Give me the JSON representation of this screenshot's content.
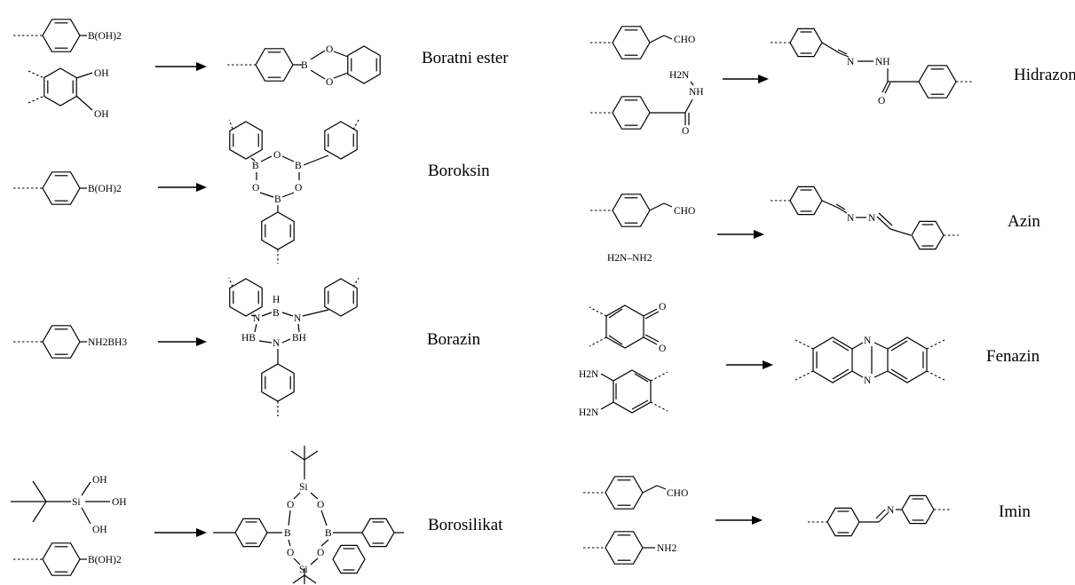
{
  "reactions": [
    {
      "name": "Boratni ester",
      "reagents": [
        "B(OH)2",
        "OH",
        "OH"
      ],
      "product": [
        "B",
        "O",
        "O"
      ]
    },
    {
      "name": "Boroksin",
      "reagents": [
        "B(OH)2"
      ],
      "product": [
        "B",
        "O",
        "B",
        "O",
        "O",
        "B"
      ]
    },
    {
      "name": "Borazin",
      "reagents": [
        "NH2BH3"
      ],
      "product": [
        "H",
        "N",
        "B",
        "N",
        "HB",
        "BH",
        "N"
      ]
    },
    {
      "name": "Borosilikat",
      "reagents": [
        "OH",
        "Si",
        "OH",
        "OH",
        "B(OH)2"
      ],
      "product": [
        "Si",
        "O",
        "O",
        "B",
        "B",
        "O",
        "O",
        "Si"
      ]
    },
    {
      "name": "Hidrazon",
      "reagents": [
        "CHO",
        "H2N",
        "NH",
        "O"
      ],
      "product": [
        "N",
        "NH",
        "O"
      ]
    },
    {
      "name": "Azin",
      "reagents": [
        "CHO",
        "H2N–NH2"
      ],
      "product": [
        "N",
        "N"
      ]
    },
    {
      "name": "Fenazin",
      "reagents": [
        "O",
        "O",
        "H2N",
        "H2N"
      ],
      "product": [
        "N",
        "N"
      ]
    },
    {
      "name": "Imin",
      "reagents": [
        "CHO",
        "NH2"
      ],
      "product": [
        "N"
      ]
    }
  ]
}
